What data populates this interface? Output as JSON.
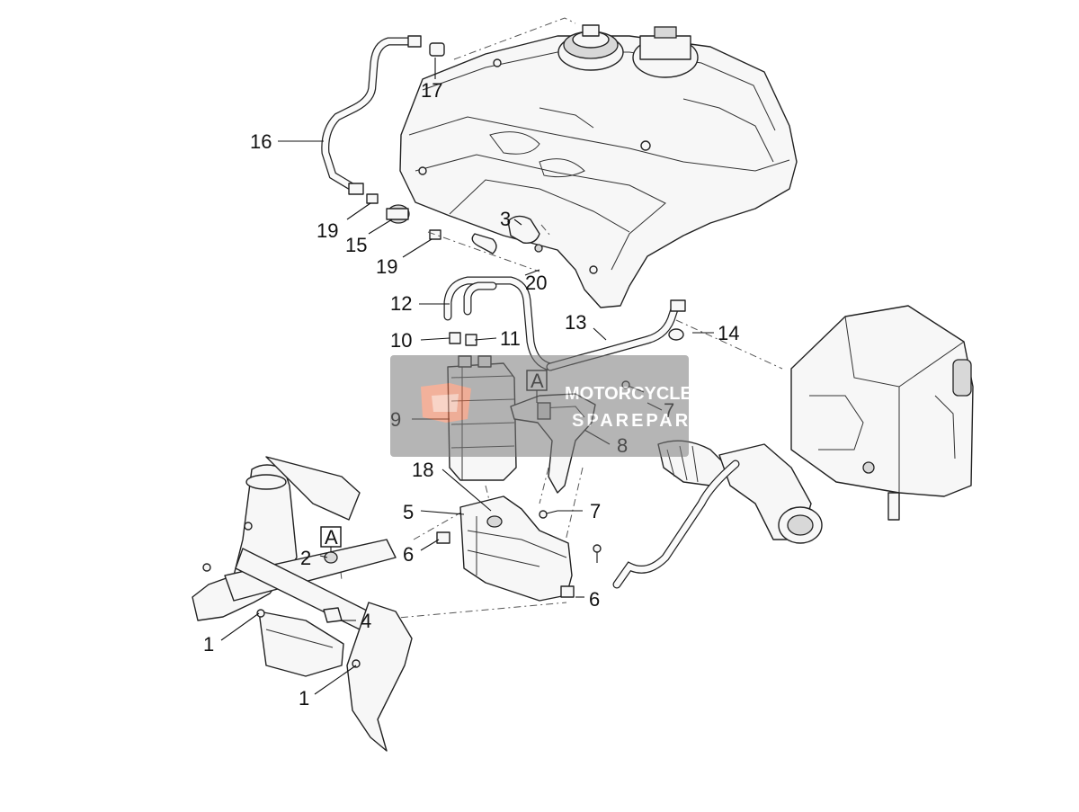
{
  "diagram": {
    "callouts": [
      {
        "id": "c1a",
        "label": "1"
      },
      {
        "id": "c1b",
        "label": "1"
      },
      {
        "id": "c2",
        "label": "2"
      },
      {
        "id": "c3",
        "label": "3"
      },
      {
        "id": "c4",
        "label": "4"
      },
      {
        "id": "c5",
        "label": "5"
      },
      {
        "id": "c6a",
        "label": "6"
      },
      {
        "id": "c6b",
        "label": "6"
      },
      {
        "id": "c7a",
        "label": "7"
      },
      {
        "id": "c7b",
        "label": "7"
      },
      {
        "id": "c8",
        "label": "8"
      },
      {
        "id": "c9",
        "label": "9"
      },
      {
        "id": "c10",
        "label": "10"
      },
      {
        "id": "c11",
        "label": "11"
      },
      {
        "id": "c12",
        "label": "12"
      },
      {
        "id": "c13",
        "label": "13"
      },
      {
        "id": "c14",
        "label": "14"
      },
      {
        "id": "c15",
        "label": "15"
      },
      {
        "id": "c16",
        "label": "16"
      },
      {
        "id": "c17",
        "label": "17"
      },
      {
        "id": "c18",
        "label": "18"
      },
      {
        "id": "c19a",
        "label": "19"
      },
      {
        "id": "c19b",
        "label": "19"
      },
      {
        "id": "c20",
        "label": "20"
      }
    ],
    "reference_markers": [
      {
        "id": "refA1",
        "label": "A"
      },
      {
        "id": "refA2",
        "label": "A"
      }
    ]
  },
  "watermark": {
    "line1": "MOTORCYCLE",
    "line2": "SPAREPARTS",
    "colors": {
      "badge": "#e8724a",
      "band": "#7a7a7a"
    }
  }
}
